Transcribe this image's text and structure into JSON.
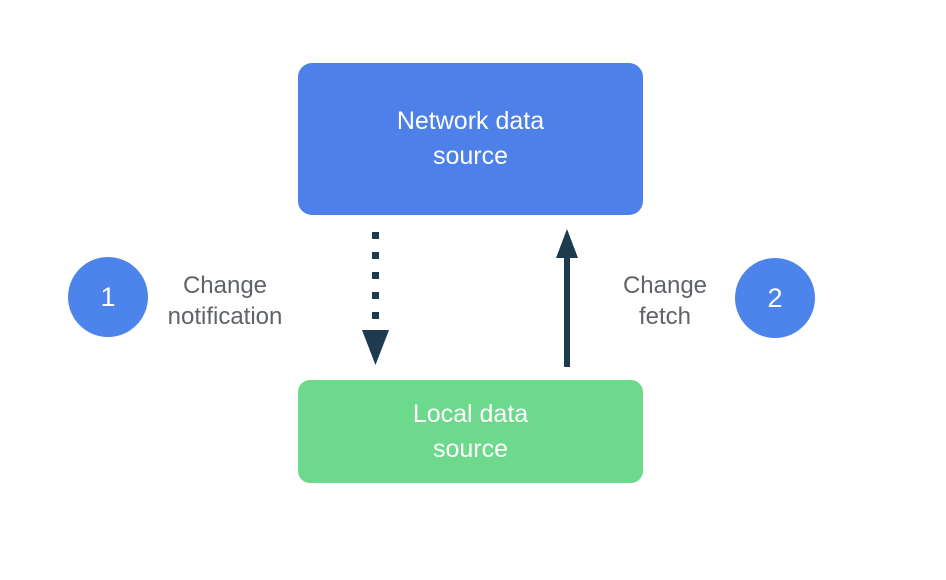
{
  "diagram": {
    "nodes": {
      "network": {
        "label": "Network data source",
        "color": "#4d80e8"
      },
      "local": {
        "label": "Local data source",
        "color": "#6dd98c"
      }
    },
    "steps": {
      "one": {
        "number": "1",
        "label": "Change notification"
      },
      "two": {
        "number": "2",
        "label": "Change fetch"
      }
    },
    "arrows": {
      "notification": {
        "style": "dotted",
        "direction": "down",
        "color": "#1d3a4f"
      },
      "fetch": {
        "style": "solid",
        "direction": "up",
        "color": "#1d3a4f"
      }
    },
    "colors": {
      "badge_blue": "#4c84ec",
      "label_gray": "#5f6368",
      "background": "#ffffff"
    }
  }
}
